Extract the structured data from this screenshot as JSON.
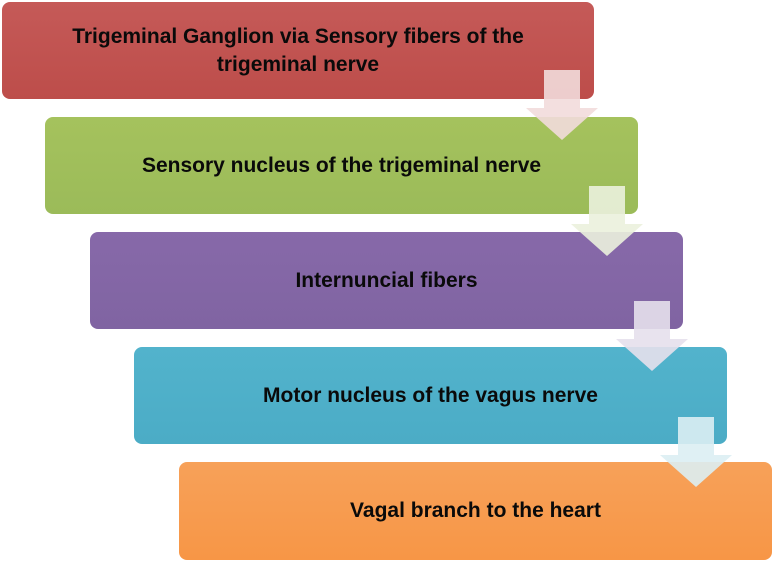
{
  "steps": [
    {
      "label": "Trigeminal Ganglion via Sensory fibers of the trigeminal nerve",
      "color": "#c0504d"
    },
    {
      "label": "Sensory nucleus of the trigeminal nerve",
      "color": "#9bbb59"
    },
    {
      "label": "Internuncial fibers",
      "color": "#8064a2"
    },
    {
      "label": "Motor nucleus of the vagus nerve",
      "color": "#4bacc6"
    },
    {
      "label": "Vagal branch to the heart",
      "color": "#f79646"
    }
  ],
  "arrows": [
    {
      "icon": "down-arrow-icon",
      "color": "#f2dcdb"
    },
    {
      "icon": "down-arrow-icon",
      "color": "#ebf1dd"
    },
    {
      "icon": "down-arrow-icon",
      "color": "#e5e0ec"
    },
    {
      "icon": "down-arrow-icon",
      "color": "#dbeef3"
    }
  ]
}
